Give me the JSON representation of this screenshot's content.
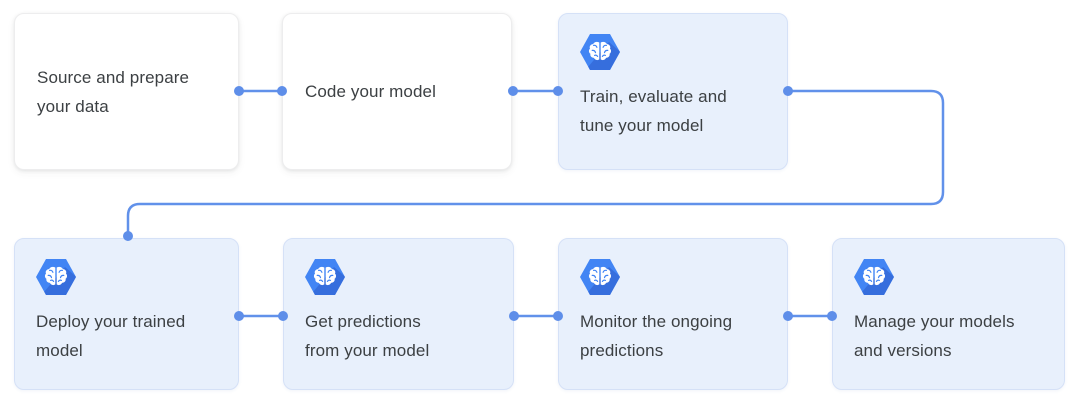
{
  "steps": [
    {
      "label": "Source and prepare your data",
      "lines": [
        "Source and prepare",
        "your data"
      ],
      "style": "plain",
      "icon": null
    },
    {
      "label": "Code your model",
      "lines": [
        "Code your model"
      ],
      "style": "plain",
      "icon": null
    },
    {
      "label": "Train, evaluate and tune your model",
      "lines": [
        "Train, evaluate and",
        "tune your model"
      ],
      "style": "highlighted",
      "icon": "ml-engine-icon"
    },
    {
      "label": "Deploy your trained model",
      "lines": [
        "Deploy your trained",
        "model"
      ],
      "style": "highlighted",
      "icon": "ml-engine-icon"
    },
    {
      "label": "Get predictions from your model",
      "lines": [
        "Get predictions",
        "from your model"
      ],
      "style": "highlighted",
      "icon": "ml-engine-icon"
    },
    {
      "label": "Monitor the ongoing predictions",
      "lines": [
        "Monitor the ongoing",
        "predictions"
      ],
      "style": "highlighted",
      "icon": "ml-engine-icon"
    },
    {
      "label": "Manage your models and versions",
      "lines": [
        "Manage your models",
        "and versions"
      ],
      "style": "highlighted",
      "icon": "ml-engine-icon"
    }
  ],
  "connections": [
    "source-to-code",
    "code-to-train",
    "train-to-deploy-elbow",
    "deploy-to-predictions",
    "predictions-to-monitor",
    "monitor-to-manage"
  ],
  "colors": {
    "background": "#ffffff",
    "card_plain_bg": "#ffffff",
    "card_plain_border": "#ededee",
    "card_highlight_bg": "#e8f0fc",
    "card_highlight_border": "#d5e1f7",
    "connector": "#6191ea",
    "connector_dot": "#5e8ee9",
    "text": "#3c4043",
    "icon_hexagon": "#4285f4",
    "icon_hexagon_shadow": "#3367d6",
    "icon_glyph": "#ffffff"
  }
}
